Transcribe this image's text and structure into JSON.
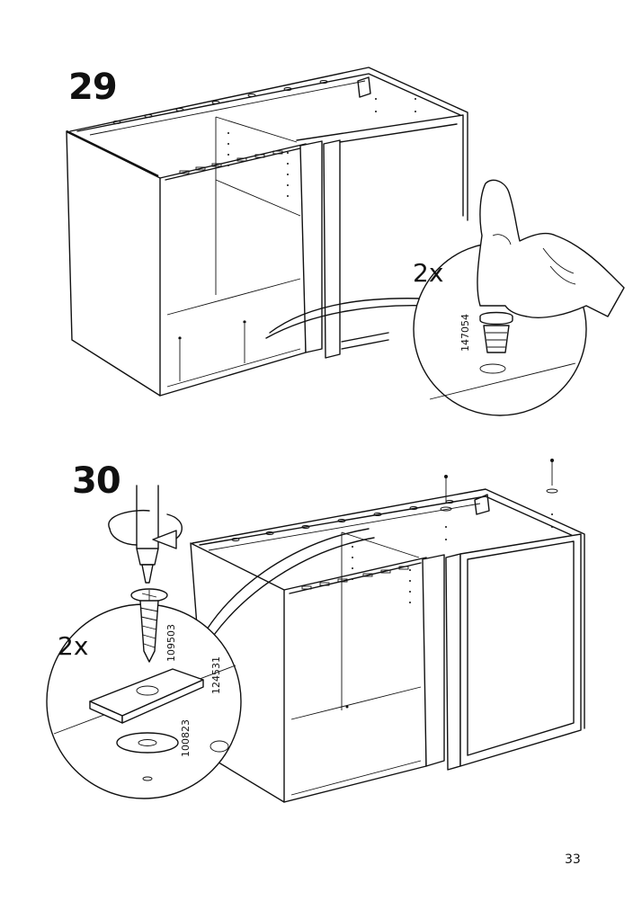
{
  "steps": [
    {
      "number": "29",
      "quantity": "2x",
      "part_number": "147054"
    },
    {
      "number": "30",
      "quantity": "2x",
      "part_numbers": [
        "109503",
        "124531",
        "100823"
      ]
    }
  ],
  "page_number": "33"
}
